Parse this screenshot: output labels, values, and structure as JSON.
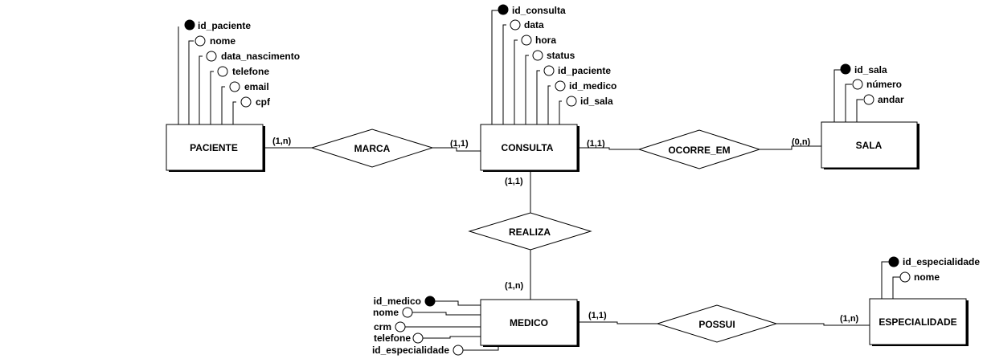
{
  "entities": {
    "paciente": "PACIENTE",
    "consulta": "CONSULTA",
    "sala": "SALA",
    "medico": "MEDICO",
    "especialidade": "ESPECIALIDADE"
  },
  "relationships": {
    "marca": "MARCA",
    "ocorre_em": "OCORRE_EM",
    "realiza": "REALIZA",
    "possui": "POSSUI"
  },
  "attributes": {
    "paciente": [
      "id_paciente",
      "nome",
      "data_nascimento",
      "telefone",
      "email",
      "cpf"
    ],
    "consulta": [
      "id_consulta",
      "data",
      "hora",
      "status",
      "id_paciente",
      "id_medico",
      "id_sala"
    ],
    "sala": [
      "id_sala",
      "número",
      "andar"
    ],
    "medico": [
      "id_medico",
      "nome",
      "crm",
      "telefone",
      "id_especialidade"
    ],
    "especialidade": [
      "id_especialidade",
      "nome"
    ]
  },
  "cardinalities": {
    "paciente_marca": "(1,n)",
    "consulta_marca": "(1,1)",
    "consulta_ocorre": "(1,1)",
    "sala_ocorre": "(0,n)",
    "consulta_realiza": "(1,1)",
    "medico_realiza": "(1,n)",
    "medico_possui": "(1,1)",
    "especialidade_possui": "(1,n)"
  }
}
